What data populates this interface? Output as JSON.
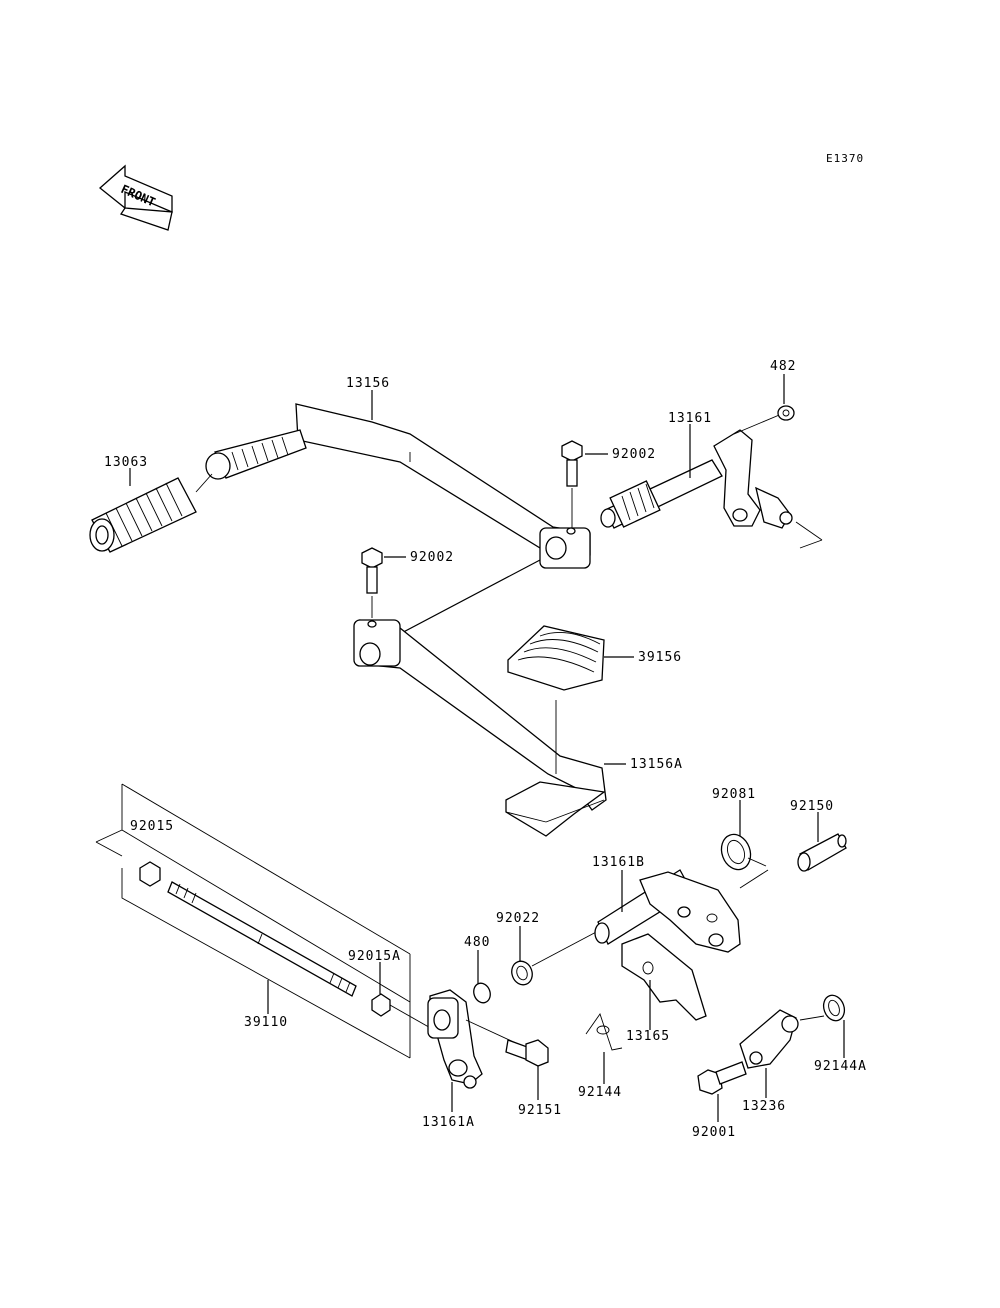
{
  "diagram_code": "E1370",
  "front_label": "FRONT",
  "labels": {
    "p13156": "13156",
    "p13063": "13063",
    "p482": "482",
    "p13161": "13161",
    "p92002_top": "92002",
    "p92002_mid": "92002",
    "p39156": "39156",
    "p13156A": "13156A",
    "p92081": "92081",
    "p92150": "92150",
    "p13161B": "13161B",
    "p92015": "92015",
    "p92022": "92022",
    "p480": "480",
    "p92015A": "92015A",
    "p39110": "39110",
    "p13165": "13165",
    "p92144": "92144",
    "p92151": "92151",
    "p13161A": "13161A",
    "p92144A": "92144A",
    "p13236": "13236",
    "p92001": "92001"
  }
}
